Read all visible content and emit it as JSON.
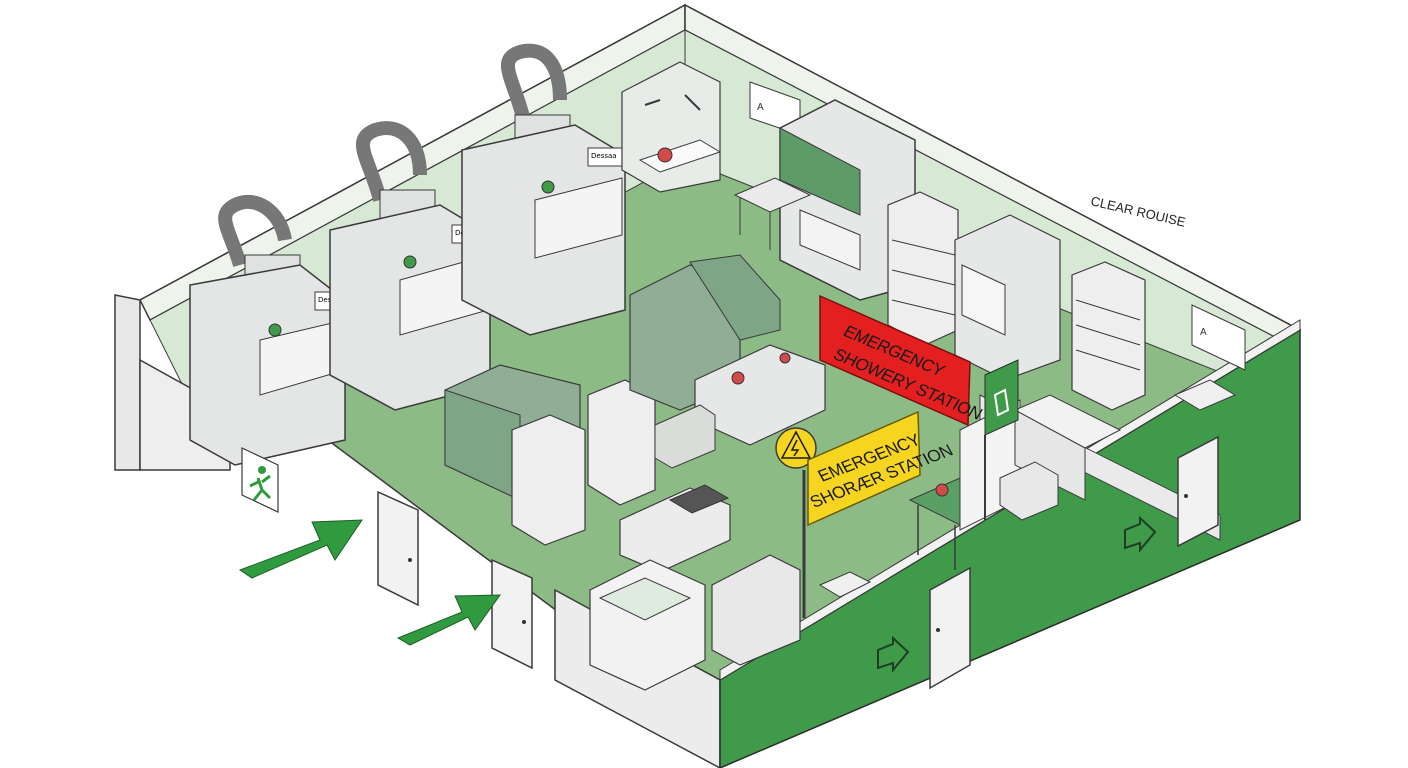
{
  "colors": {
    "floor": "#8dbb86",
    "wall_back": "#dcebd9",
    "wall_white": "#eeeeee",
    "wall_green": "#3f9a4a",
    "arrow_green": "#2f9a3e",
    "sign_red": "#e41f1f",
    "sign_yellow": "#f5d51f",
    "outline": "#3a3a3a",
    "cabinet": "#e2e6e4",
    "cabinet_green": "#8fae95"
  },
  "labels": {
    "route_label": "CLEAR ROUISE",
    "red_sign": [
      "EMERGENCY",
      "SHOWERY STATION"
    ],
    "yellow_sign": [
      "EMERGENCY",
      "SHORÆR STATION"
    ],
    "fume_hood_brand": "Dessaa"
  },
  "icons": {
    "exit_sign": "running-man-exit-icon",
    "warning_sign": "high-voltage-warning-icon",
    "shower_sign": "shower-icon",
    "wall_arrows": "arrow-right-icon"
  }
}
